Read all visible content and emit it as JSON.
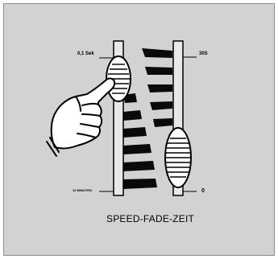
{
  "labels": {
    "left_fader_top": "0,1 Sek",
    "left_fader_bottom": "10 MINUTEN",
    "right_fader_top": "30S",
    "right_fader_bottom": "0",
    "caption": "SPEED-FADE-ZEIT"
  },
  "faders": [
    {
      "name": "speed-fade-fader-left",
      "level": 0.85
    },
    {
      "name": "speed-fade-fader-right",
      "level": 0.22
    }
  ],
  "icons": [
    "hand-pointer-icon",
    "ramp-wedge-icon"
  ],
  "colors": {
    "panel": "#d2d2d2",
    "frame": "#8c8c8c",
    "ink": "#000000",
    "track": "#e8e8e8",
    "knob": "#ffffff"
  }
}
